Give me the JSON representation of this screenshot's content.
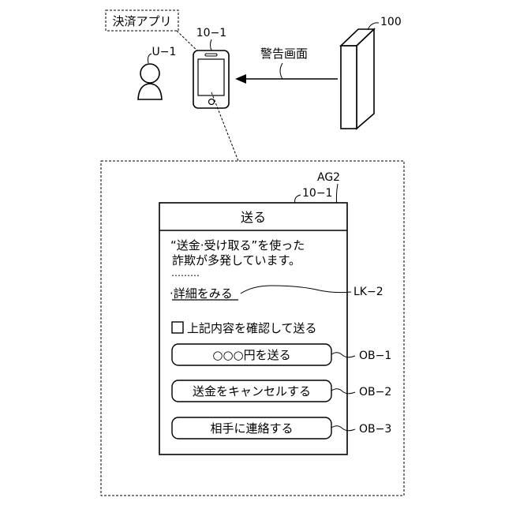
{
  "labels": {
    "payment_app": "決済アプリ",
    "phone_ref": "10−1",
    "server_ref": "100",
    "user_ref": "U−1",
    "warning_screen": "警告画面",
    "region_ref": "AG2",
    "screen_ref": "10−1"
  },
  "screen": {
    "title": "送る",
    "message_line1": "“送金·受け取る”を使った",
    "message_line2": "詐欺が多発しています。",
    "ellipsis": "………",
    "detail_link": "·詳細をみる",
    "link_ref": "LK−2",
    "checkbox_label": "上記内容を確認して送る",
    "buttons": [
      {
        "label": "○○○円を送る",
        "ref": "OB−1"
      },
      {
        "label": "送金をキャンセルする",
        "ref": "OB−2"
      },
      {
        "label": "相手に連絡する",
        "ref": "OB−3"
      }
    ]
  }
}
